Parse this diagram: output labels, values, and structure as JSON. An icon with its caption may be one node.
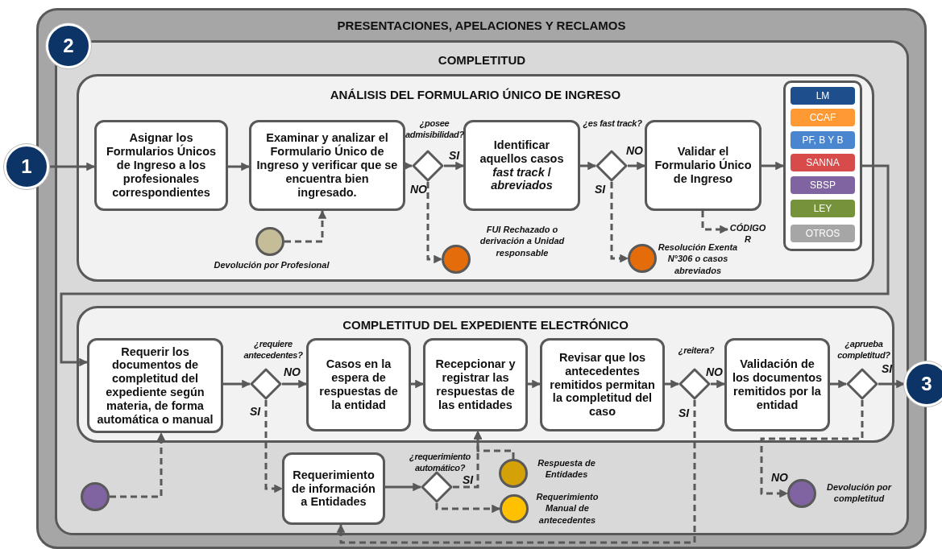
{
  "diagram": {
    "nodes": [
      {
        "text": [
          "PRESENTACIONES, APELACIONES Y RECLAMOS"
        ]
      },
      {
        "text": [
          "COMPLETITUD"
        ],
        "in": 0
      },
      {
        "text": [
          "ANÁLISIS DEL FORMULARIO ÚNICO DE INGRESO"
        ],
        "in": 1
      },
      {
        "text": [
          "1"
        ]
      },
      {
        "text": [
          "2"
        ],
        "in": 0
      },
      {
        "text": [
          "Asignar los Formularios Únicos de Ingreso a los profesionales correspondientes"
        ],
        "in": 2
      },
      {
        "text": [
          "Examinar y analizar el Formulario Único de Ingreso y verificar que se encuentra bien ingresado."
        ],
        "in": 2
      },
      {
        "text": [],
        "shape": "diamond",
        "in": 2
      },
      {
        "text": [
          "Identificar aquellos casos *fast track* / *abreviados*"
        ],
        "in": 2
      },
      {
        "text": [],
        "shape": "diamond",
        "in": 2
      },
      {
        "text": [
          "Validar el Formulario Único de Ingreso"
        ],
        "in": 2
      },
      {
        "text": [],
        "shape": "box",
        "in": 2
      },
      {
        "text": [
          "LM"
        ],
        "in": 11
      },
      {
        "text": [
          "CCAF"
        ],
        "in": 11
      },
      {
        "text": [
          "PF, B Y B"
        ],
        "in": 11
      },
      {
        "text": [
          "SANNA"
        ],
        "in": 11
      },
      {
        "text": [
          "SBSP"
        ],
        "in": 11
      },
      {
        "text": [
          "LEY"
        ],
        "in": 11
      },
      {
        "text": [
          "OTROS"
        ],
        "in": 11
      },
      {
        "text": [],
        "shape": "circle",
        "in": 2,
        "beside": [
          "Devolución por Profesional"
        ]
      },
      {
        "text": [],
        "shape": "circle",
        "in": 2,
        "beside": [
          "FUI Rechazado o derivación a Unidad responsable"
        ]
      },
      {
        "text": [],
        "shape": "circle",
        "in": 2,
        "beside": [
          "Resolución Exenta N°306 o casos abreviados"
        ]
      },
      {
        "text": [
          "CÓDIGO R"
        ],
        "in": 2
      },
      {
        "text": [
          "COMPLETITUD DEL EXPEDIENTE ELECTRÓNICO"
        ],
        "in": 1
      },
      {
        "text": [
          "Requerir los documentos de completitud del expediente según materia, de forma automática o manual"
        ],
        "in": 23
      },
      {
        "text": [],
        "shape": "diamond",
        "in": 23
      },
      {
        "text": [
          "Casos en la espera de respuestas de la entidad"
        ],
        "in": 23
      },
      {
        "text": [
          "Recepcionar y registrar las respuestas de las entidades"
        ],
        "in": 23
      },
      {
        "text": [
          "Revisar que los antecedentes remitidos permitan la completitud del caso"
        ],
        "in": 23
      },
      {
        "text": [],
        "shape": "diamond",
        "in": 23
      },
      {
        "text": [
          "Validación de los documentos remitidos por la entidad"
        ],
        "in": 23
      },
      {
        "text": [],
        "shape": "diamond",
        "in": 23
      },
      {
        "text": [
          "3"
        ]
      },
      {
        "text": [],
        "shape": "circle",
        "in": 1
      },
      {
        "text": [
          "Requerimiento de información a Entidades"
        ],
        "in": 1
      },
      {
        "text": [],
        "shape": "diamond",
        "in": 1
      },
      {
        "text": [],
        "shape": "circle",
        "in": 1,
        "beside": [
          "Respuesta de Entidades"
        ]
      },
      {
        "text": [],
        "shape": "circle",
        "in": 1,
        "beside": [
          "Requerimiento Manual de antecedentes"
        ]
      },
      {
        "text": [],
        "shape": "circle",
        "in": 1,
        "beside": [
          "Devolución por completitud"
        ]
      }
    ],
    "edges": [
      {
        "from": 3,
        "to": 5,
        "arrow": "to"
      },
      {
        "from": 5,
        "to": 6,
        "arrow": "to"
      },
      {
        "from": 6,
        "to": 7,
        "arrow": "to"
      },
      {
        "from": 7,
        "to": 8,
        "arrow": "to",
        "label": "SI"
      },
      {
        "from": 7,
        "to": 20,
        "arrow": "to",
        "label": "NO",
        "style": "dashed"
      },
      {
        "from": 19,
        "to": 6,
        "arrow": "to",
        "style": "dashed"
      },
      {
        "from": 8,
        "to": 9,
        "arrow": "to"
      },
      {
        "from": 9,
        "to": 10,
        "arrow": "to",
        "label": "NO"
      },
      {
        "from": 9,
        "to": 21,
        "arrow": "to",
        "label": "SI",
        "style": "dashed"
      },
      {
        "from": 10,
        "to": 22,
        "arrow": "to",
        "style": "dashed"
      },
      {
        "from": 10,
        "to": 11,
        "arrow": "to"
      },
      {
        "from": 11,
        "to": 24,
        "arrow": "to"
      },
      {
        "from": 24,
        "to": 25,
        "arrow": "to"
      },
      {
        "from": 25,
        "to": 26,
        "arrow": "to",
        "label": "NO"
      },
      {
        "from": 25,
        "to": 34,
        "arrow": "to",
        "label": "SI",
        "style": "dashed"
      },
      {
        "from": 26,
        "to": 27,
        "arrow": "to"
      },
      {
        "from": 27,
        "to": 28,
        "arrow": "to"
      },
      {
        "from": 28,
        "to": 29,
        "arrow": "to"
      },
      {
        "from": 29,
        "to": 30,
        "arrow": "to",
        "label": "NO"
      },
      {
        "from": 29,
        "to": 34,
        "arrow": "to",
        "label": "SI",
        "style": "dashed"
      },
      {
        "from": 30,
        "to": 31,
        "arrow": "to"
      },
      {
        "from": 31,
        "to": 32,
        "arrow": "to",
        "label": "SI"
      },
      {
        "from": 31,
        "to": 38,
        "arrow": "to",
        "label": "NO",
        "style": "dashed"
      },
      {
        "from": 33,
        "to": 24,
        "arrow": "to",
        "style": "dashed"
      },
      {
        "from": 34,
        "to": 35,
        "arrow": "to"
      },
      {
        "from": 35,
        "to": 27,
        "arrow": "to",
        "label": "SI",
        "style": "dashed"
      },
      {
        "from": 36,
        "to": 27,
        "arrow": "to",
        "style": "dashed"
      },
      {
        "from": 35,
        "to": 37,
        "arrow": "to",
        "style": "dashed"
      }
    ],
    "labels": [
      "¿posee admisibilidad?",
      "¿es fast track?",
      "¿requiere antecedentes?",
      "¿reitera?",
      "¿aprueba completitud?",
      "¿requerimiento automático?"
    ]
  }
}
